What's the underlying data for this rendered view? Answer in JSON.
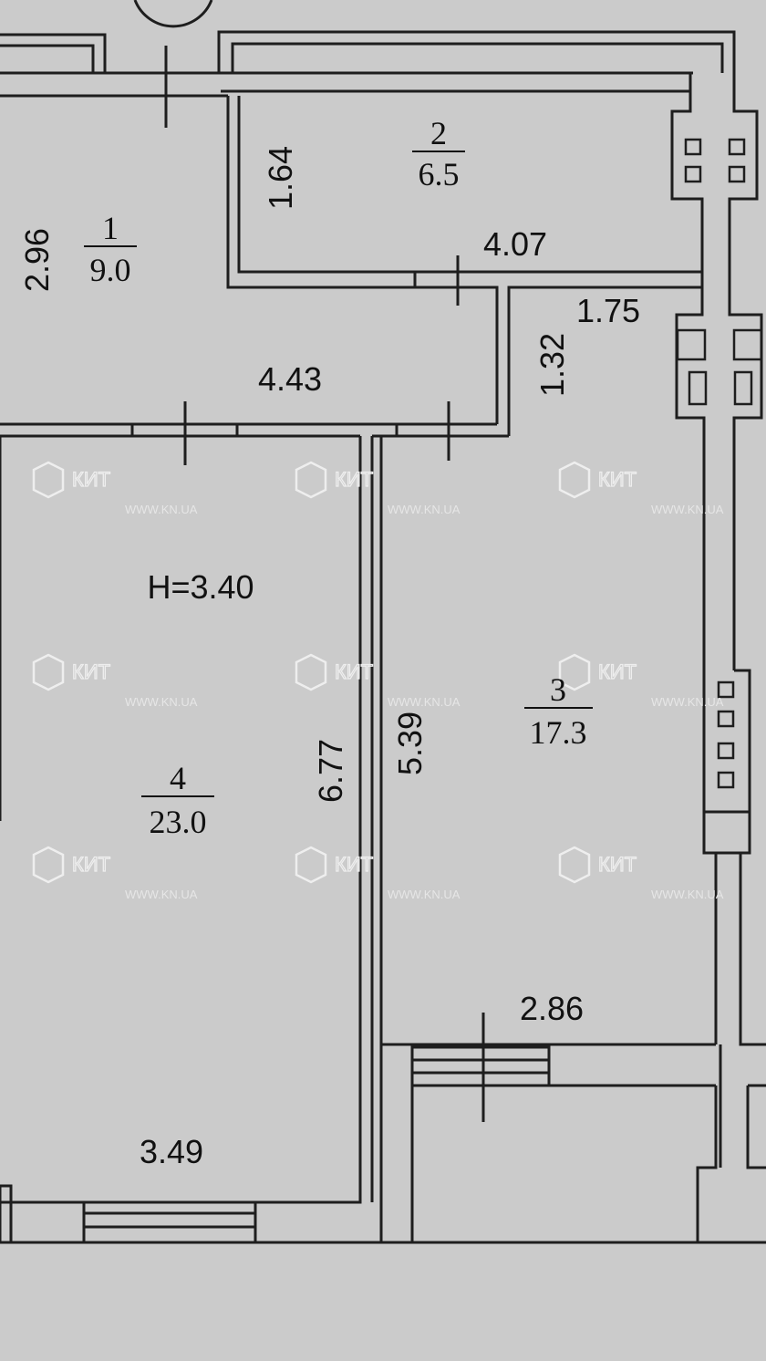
{
  "plan": {
    "height_label": "H=3.40",
    "rooms": [
      {
        "number": "1",
        "area": "9.0"
      },
      {
        "number": "2",
        "area": "6.5"
      },
      {
        "number": "3",
        "area": "17.3"
      },
      {
        "number": "4",
        "area": "23.0"
      }
    ],
    "dimensions": {
      "room1_height": "2.96",
      "room1_width": "4.43",
      "room2_height": "1.64",
      "room2_width": "4.07",
      "hall_width": "1.75",
      "hall_height": "1.32",
      "room3_height": "5.39",
      "room3_width": "2.86",
      "room4_height": "6.77",
      "room4_width": "3.49"
    }
  },
  "watermark": {
    "brand": "КИТ",
    "url": "WWW.KN.UA"
  }
}
